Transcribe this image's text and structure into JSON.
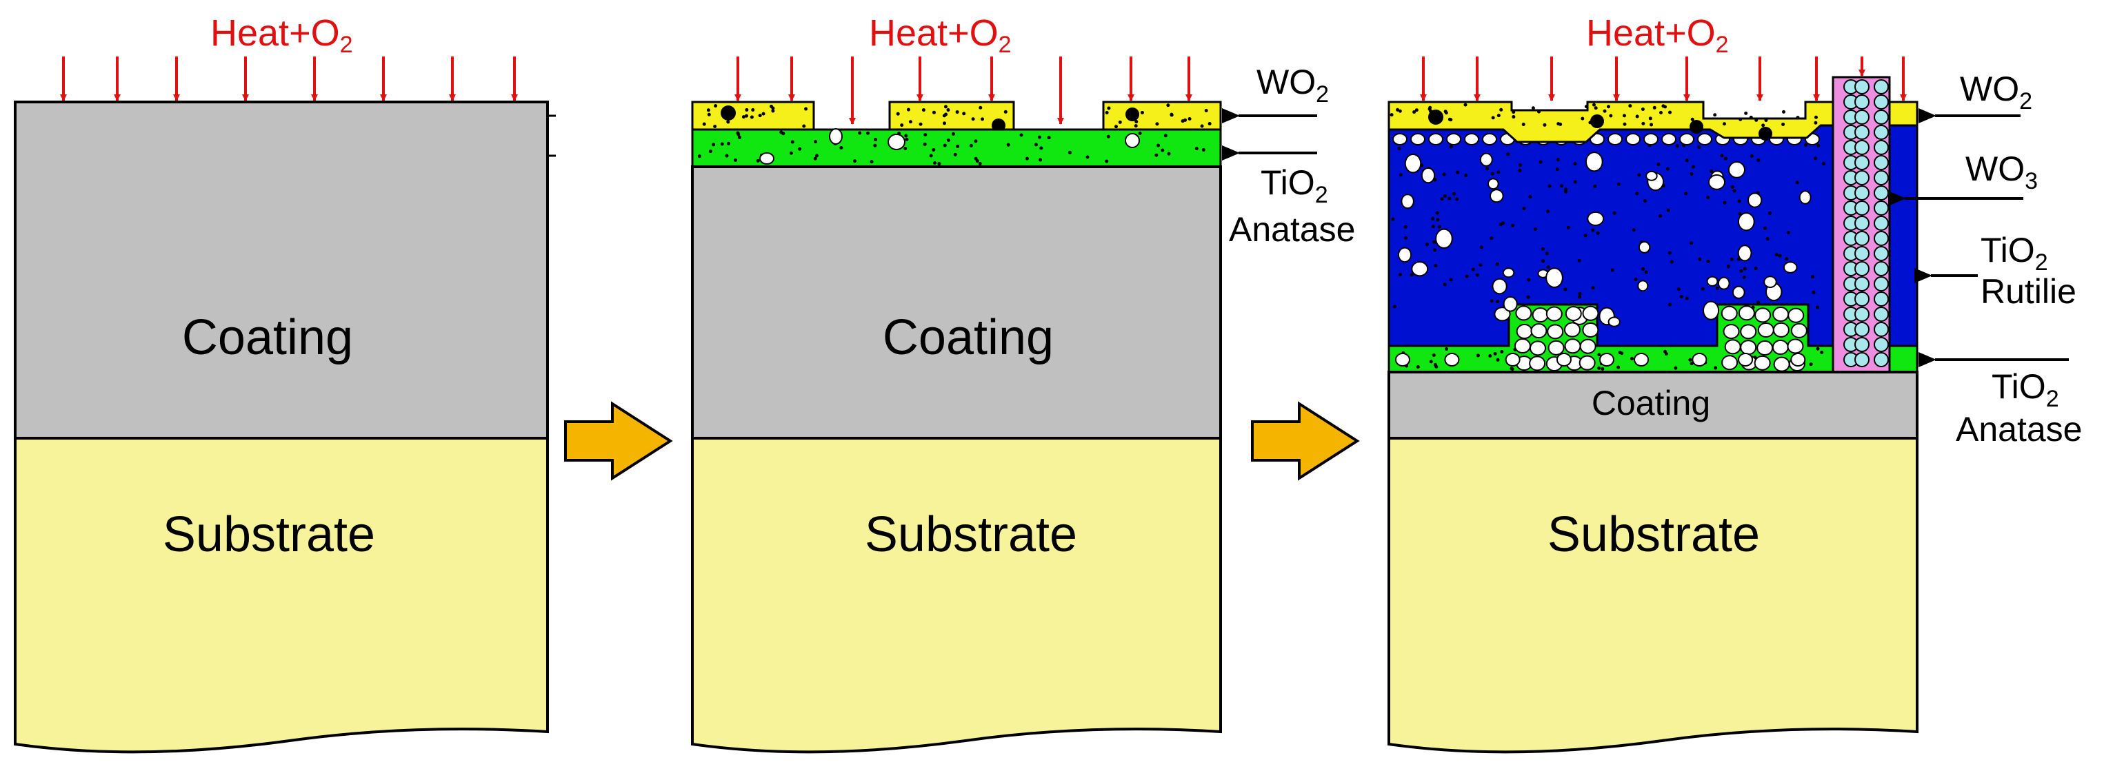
{
  "colors": {
    "coating": "#c0c0c0",
    "substrate": "#f6f39a",
    "wo2": "#f5ef1a",
    "anatase": "#10e610",
    "rutile": "#0010d0",
    "wo3": "#ee8ee0",
    "wo3_particles": "#a8e8ec",
    "heat_arrow": "#e01010",
    "process_arrow": "#f4b400"
  },
  "panels": [
    {
      "heat_label": "Heat+O",
      "heat_sub": "2",
      "coating_label": "Coating",
      "substrate_label": "Substrate"
    },
    {
      "heat_label": "Heat+O",
      "heat_sub": "2",
      "coating_label": "Coating",
      "substrate_label": "Substrate",
      "wo2_label": "WO",
      "wo2_sub": "2",
      "tio2_label": "TiO",
      "tio2_sub": "2",
      "anatase_label": "Anatase"
    },
    {
      "heat_label": "Heat+O",
      "heat_sub": "2",
      "coating_label": "Coating",
      "substrate_label": "Substrate",
      "wo2_label": "WO",
      "wo2_sub": "2",
      "wo3_label": "WO",
      "wo3_sub": "3",
      "tio2_rutile_label": "TiO",
      "tio2_rutile_sub": "2",
      "rutile_label": "Rutilie",
      "tio2_anatase_label": "TiO",
      "tio2_anatase_sub": "2",
      "anatase_label": "Anatase"
    }
  ]
}
